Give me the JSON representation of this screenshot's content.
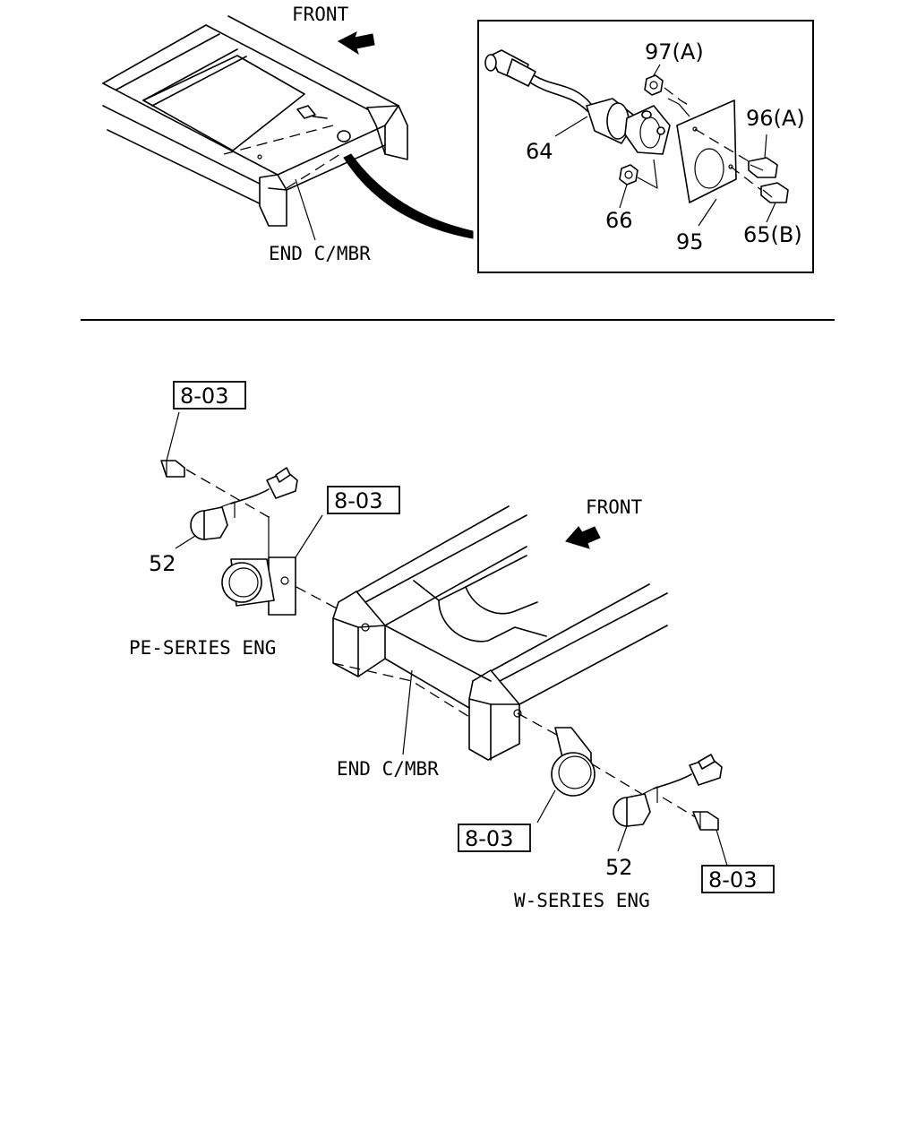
{
  "top_diagram": {
    "front_label": "FRONT",
    "end_member_label": "END C/MBR",
    "inset": {
      "callouts": {
        "c97": "97(A)",
        "c96": "96(A)",
        "c64": "64",
        "c66": "66",
        "c95": "95",
        "c65": "65(B)"
      }
    }
  },
  "bottom_diagram": {
    "front_label": "FRONT",
    "end_member_label": "END C/MBR",
    "pe_series_label": "PE-SERIES ENG",
    "w_series_label": "W-SERIES ENG",
    "callouts": {
      "pe_part": "52",
      "w_part": "52"
    },
    "refs": {
      "ref_pe_bolt": "8-03",
      "ref_pe_bracket": "8-03",
      "ref_w_bracket": "8-03",
      "ref_w_bolt": "8-03"
    }
  }
}
